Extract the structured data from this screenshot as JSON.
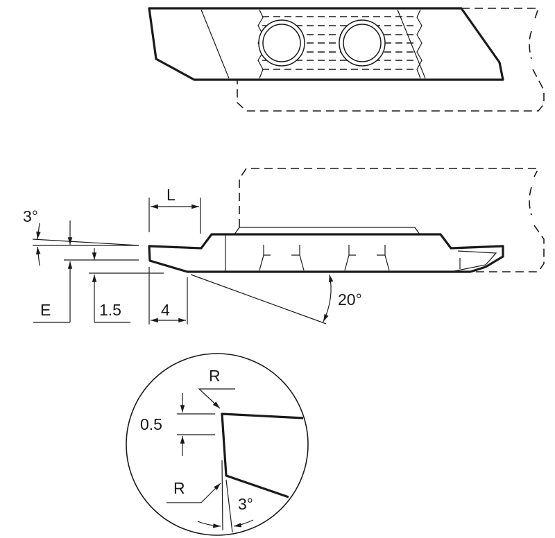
{
  "labels": {
    "length": "L",
    "clearance_angle": "3°",
    "width_e": "E",
    "height_offset": "1.5",
    "depth": "4",
    "side_angle": "20°",
    "detail_radius_top": "R",
    "detail_height": "0.5",
    "detail_radius_bottom": "R",
    "detail_angle": "3°"
  },
  "colors": {
    "line": "#1a1a1a",
    "background": "#ffffff"
  }
}
